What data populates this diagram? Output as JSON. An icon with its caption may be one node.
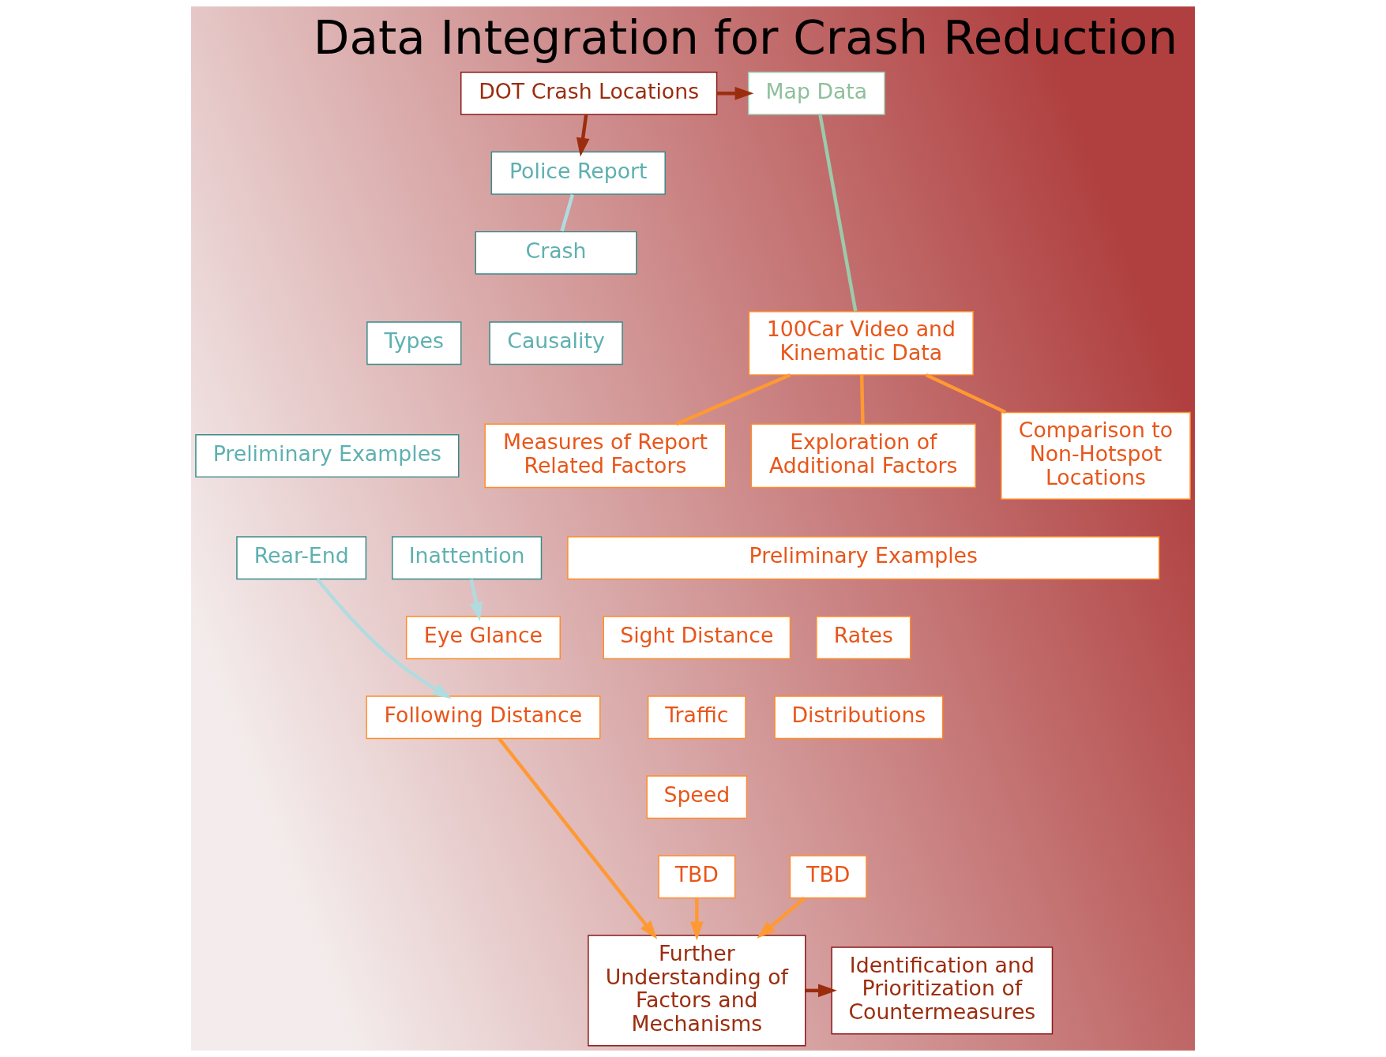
{
  "diagram": {
    "title": "Data Integration for Crash Reduction",
    "nodes": [
      {
        "text": [
          "DOT Crash Locations"
        ]
      },
      {
        "text": [
          "Map Data"
        ]
      },
      {
        "text": [
          "Police Report"
        ]
      },
      {
        "text": [
          "Crash"
        ]
      },
      {
        "text": [
          "Types"
        ]
      },
      {
        "text": [
          "Causality"
        ]
      },
      {
        "text": [
          "Preliminary Examples"
        ]
      },
      {
        "text": [
          "Rear-End"
        ]
      },
      {
        "text": [
          "Inattention"
        ]
      },
      {
        "text": [
          "100Car Video and Kinematic Data"
        ]
      },
      {
        "text": [
          "Measures of Report Related Factors"
        ]
      },
      {
        "text": [
          "Exploration of Additional Factors"
        ]
      },
      {
        "text": [
          "Comparison to Non-Hotspot Locations"
        ]
      },
      {
        "text": [
          "Preliminary Examples"
        ]
      },
      {
        "text": [
          "Eye Glance"
        ]
      },
      {
        "text": [
          "Following Distance"
        ]
      },
      {
        "text": [
          "Sight Distance"
        ]
      },
      {
        "text": [
          "Traffic"
        ]
      },
      {
        "text": [
          "Speed"
        ]
      },
      {
        "text": [
          "TBD"
        ]
      },
      {
        "text": [
          "Rates"
        ]
      },
      {
        "text": [
          "Distributions"
        ]
      },
      {
        "text": [
          "TBD"
        ]
      },
      {
        "text": [
          "Further Understanding of Factors and Mechanisms"
        ]
      },
      {
        "text": [
          "Identification and Prioritization of Countermeasures"
        ]
      }
    ],
    "edges": [
      {
        "from": 0,
        "to": 1,
        "arrow": "to",
        "color": "#9b2d0e"
      },
      {
        "from": 0,
        "to": 2,
        "arrow": "to",
        "color": "#9b2d0e"
      },
      {
        "from": 2,
        "to": 3,
        "arrow": "none",
        "color": "#b0dce0"
      },
      {
        "from": 1,
        "to": 9,
        "arrow": "none",
        "color": "#9ccaaa"
      },
      {
        "from": 9,
        "to": 10,
        "arrow": "none"
      },
      {
        "from": 9,
        "to": 11,
        "arrow": "none"
      },
      {
        "from": 9,
        "to": 12,
        "arrow": "none"
      },
      {
        "from": 8,
        "to": 14,
        "arrow": "to",
        "color": "#b0dce0"
      },
      {
        "from": 7,
        "to": 15,
        "arrow": "to",
        "color": "#b0dce0"
      },
      {
        "from": 15,
        "to": 23,
        "arrow": "to"
      },
      {
        "from": 19,
        "to": 23,
        "arrow": "to"
      },
      {
        "from": 22,
        "to": 23,
        "arrow": "to"
      },
      {
        "from": 23,
        "to": 24,
        "arrow": "to",
        "color": "#9b2d0e"
      }
    ]
  }
}
